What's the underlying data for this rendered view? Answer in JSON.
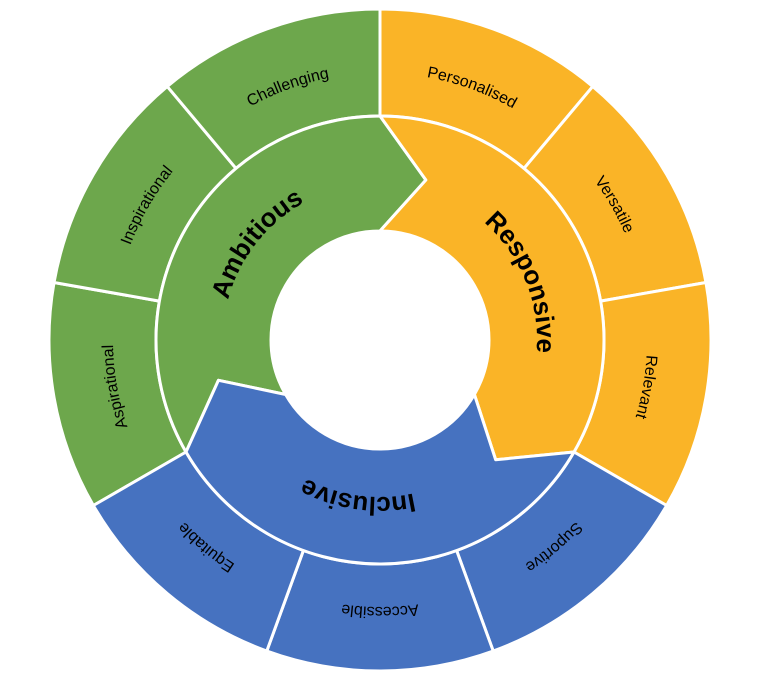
{
  "chart_data": {
    "type": "sunburst",
    "title": "",
    "flow_direction": "clockwise",
    "background_color": "#ffffff",
    "divider_color": "#ffffff",
    "text_color": "#000000",
    "rings": 2,
    "segments": [
      {
        "label": "Ambitious",
        "color": "#6da74c",
        "start_deg": 240,
        "end_deg": 360,
        "children": [
          {
            "label": "Aspirational",
            "start_deg": 240,
            "end_deg": 280
          },
          {
            "label": "Inspirational",
            "start_deg": 280,
            "end_deg": 320
          },
          {
            "label": "Challenging",
            "start_deg": 320,
            "end_deg": 360
          }
        ]
      },
      {
        "label": "Responsive",
        "color": "#fab427",
        "start_deg": 0,
        "end_deg": 120,
        "children": [
          {
            "label": "Personalised",
            "start_deg": 0,
            "end_deg": 40
          },
          {
            "label": "Versatile",
            "start_deg": 40,
            "end_deg": 80
          },
          {
            "label": "Relevant",
            "start_deg": 80,
            "end_deg": 120
          }
        ]
      },
      {
        "label": "Inclusive",
        "color": "#4672c0",
        "start_deg": 120,
        "end_deg": 240,
        "children": [
          {
            "label": "Suportive",
            "start_deg": 120,
            "end_deg": 160
          },
          {
            "label": "Accessible",
            "start_deg": 160,
            "end_deg": 200
          },
          {
            "label": "Equitable",
            "start_deg": 200,
            "end_deg": 240
          }
        ]
      }
    ]
  }
}
